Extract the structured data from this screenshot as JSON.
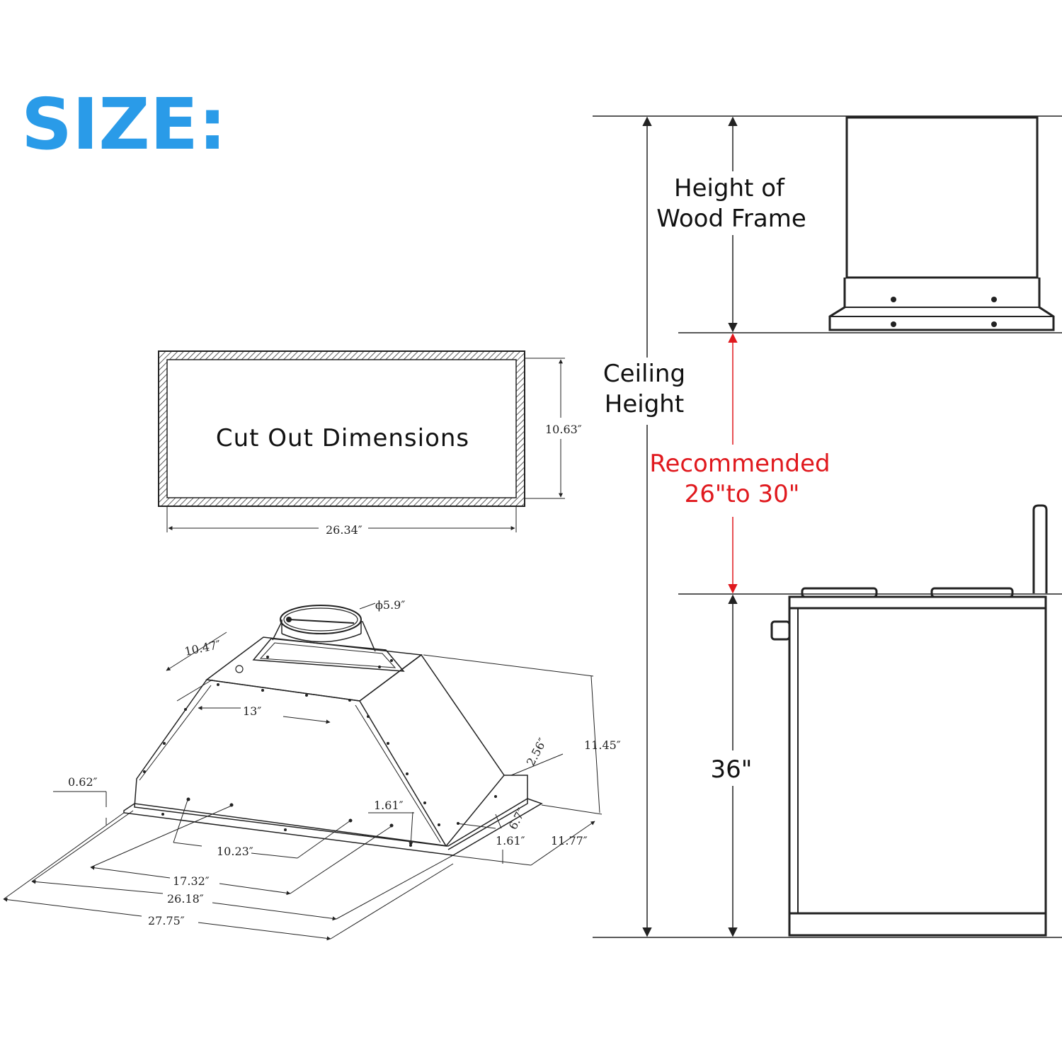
{
  "title": "SIZE:",
  "colors": {
    "title": "#2a9be8",
    "recommended": "#e0191e",
    "ink": "#222222"
  },
  "side_view": {
    "height_of_wood_frame_line1": "Height of",
    "height_of_wood_frame_line2": "Wood Frame",
    "ceiling_height_line1": "Ceiling",
    "ceiling_height_line2": "Height",
    "recommended_line1": "Recommended",
    "recommended_line2": "26\"to 30\"",
    "counter_height": "36\""
  },
  "cutout": {
    "label": "Cut Out Dimensions",
    "width": "26.34″",
    "height": "10.63″"
  },
  "hood": {
    "duct": "ϕ5.9″",
    "d_10_47": "10.47″",
    "d_13": "13″",
    "d_11_45": "11.45″",
    "d_2_56": "2.56″",
    "d_0_62": "0.62″",
    "d_1_61_a": "1.61″",
    "d_6_7": "6.7″",
    "d_1_61_b": "1.61″",
    "d_11_77": "11.77″",
    "d_10_23": "10.23″",
    "d_17_32": "17.32″",
    "d_26_18": "26.18″",
    "d_27_75": "27.75″"
  }
}
